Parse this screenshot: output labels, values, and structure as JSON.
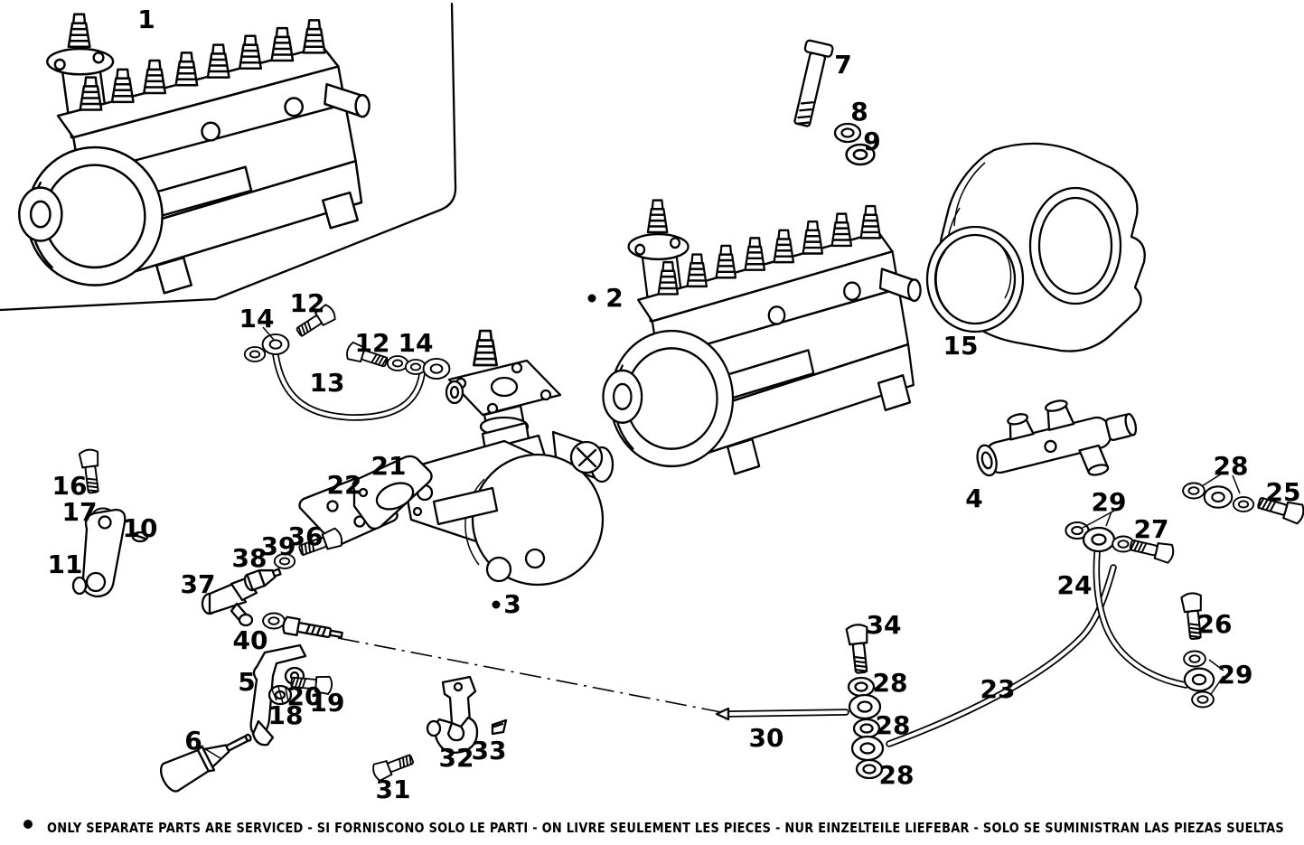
{
  "page": {
    "ink": "#000000",
    "paper": "#ffffff",
    "footer": {
      "marker": "●",
      "text": "ONLY SEPARATE PARTS ARE SERVICED - SI FORNISCONO SOLO LE PARTI - ON LIVRE SEULEMENT LES PIECES - NUR EINZELTEILE LIEFEBAR - SOLO SE SUMINISTRAN LAS PIEZAS SUELTAS"
    },
    "serviced_marker": "●"
  },
  "callouts": [
    {
      "label": "1"
    },
    {
      "label": "2"
    },
    {
      "label": "3"
    },
    {
      "label": "4"
    },
    {
      "label": "5"
    },
    {
      "label": "6"
    },
    {
      "label": "7"
    },
    {
      "label": "8"
    },
    {
      "label": "9"
    },
    {
      "label": "10"
    },
    {
      "label": "11"
    },
    {
      "label": "12"
    },
    {
      "label": "12"
    },
    {
      "label": "13"
    },
    {
      "label": "14"
    },
    {
      "label": "14"
    },
    {
      "label": "15"
    },
    {
      "label": "16"
    },
    {
      "label": "17"
    },
    {
      "label": "18"
    },
    {
      "label": "19"
    },
    {
      "label": "20"
    },
    {
      "label": "21"
    },
    {
      "label": "22"
    },
    {
      "label": "23"
    },
    {
      "label": "24"
    },
    {
      "label": "25"
    },
    {
      "label": "26"
    },
    {
      "label": "27"
    },
    {
      "label": "28"
    },
    {
      "label": "28"
    },
    {
      "label": "28"
    },
    {
      "label": "28"
    },
    {
      "label": "29"
    },
    {
      "label": "29"
    },
    {
      "label": "30"
    },
    {
      "label": "31"
    },
    {
      "label": "32"
    },
    {
      "label": "33"
    },
    {
      "label": "34"
    },
    {
      "label": "36"
    },
    {
      "label": "37"
    },
    {
      "label": "38"
    },
    {
      "label": "39"
    },
    {
      "label": "40"
    }
  ]
}
